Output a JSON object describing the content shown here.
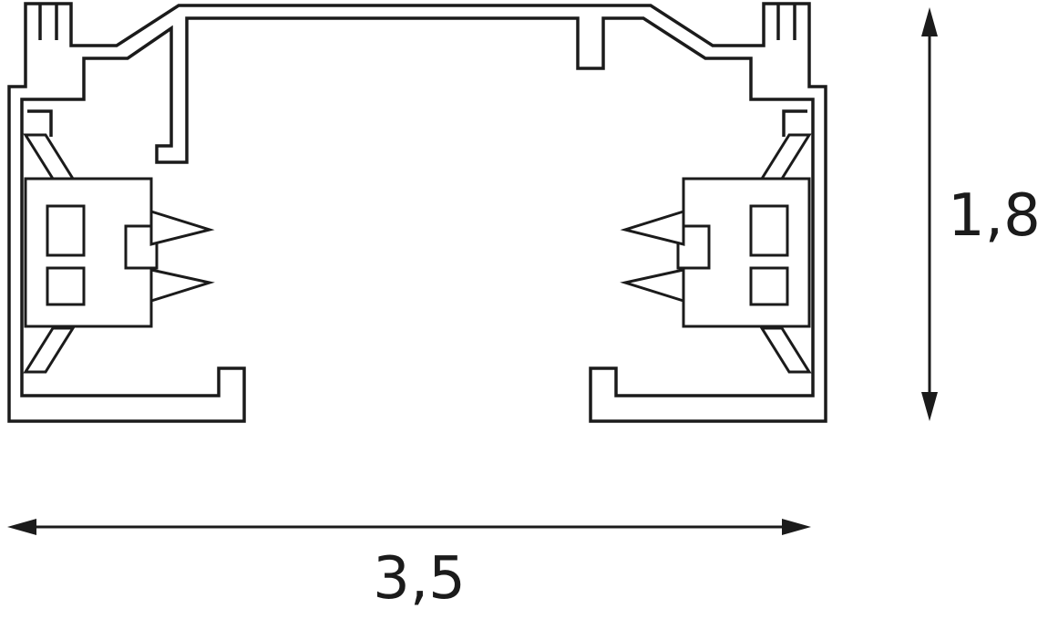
{
  "diagram": {
    "kind": "technical cross-section drawing",
    "subject": "lighting track profile cross-section"
  },
  "dimensions": {
    "width_label": "3,5",
    "height_label": "1,8"
  },
  "colors": {
    "line": "#1b1b1b",
    "background": "#ffffff"
  },
  "icons": {
    "horizontal_dimension_arrow": "double-headed-arrow",
    "vertical_dimension_arrow": "double-headed-arrow"
  }
}
